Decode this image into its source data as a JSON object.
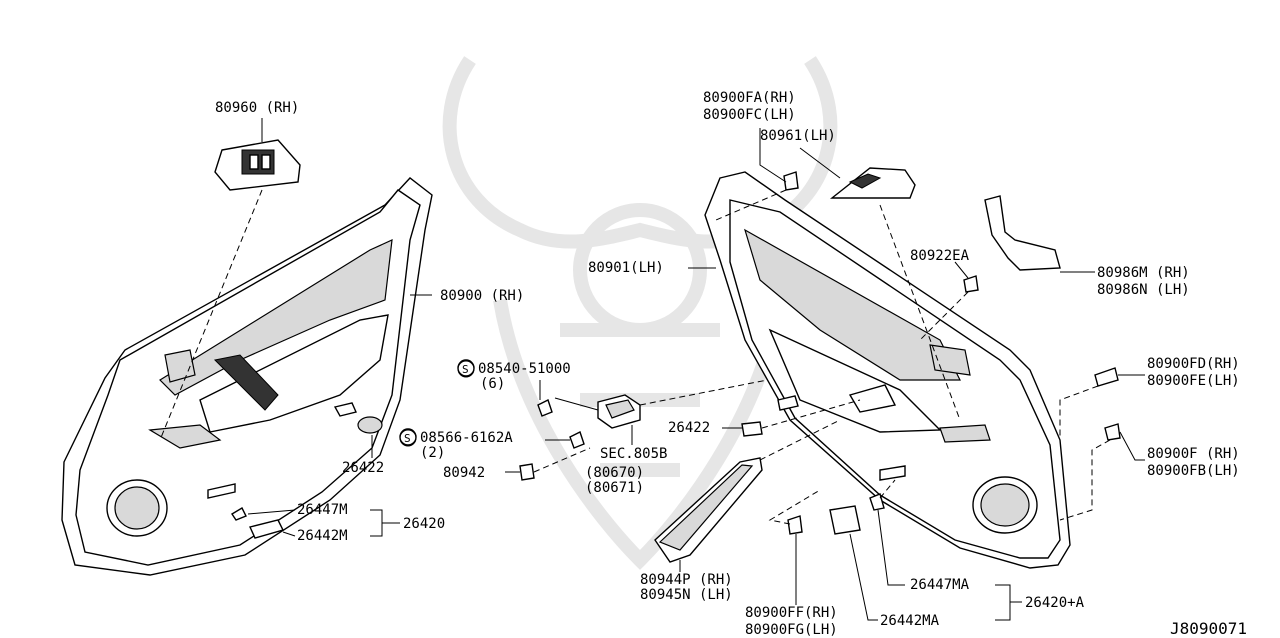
{
  "diagram_id": "J8090071",
  "labels": {
    "l80960": "80960 (RH)",
    "l80900rh": "80900 (RH)",
    "l26422a": "26422",
    "l26447m": "26447M",
    "l26420": "26420",
    "l26442m": "26442M",
    "l08540": "08540-51000",
    "l08540q": "(6)",
    "l08566": "08566-6162A",
    "l08566q": "(2)",
    "l80942": "80942",
    "lsec": "SEC.805B",
    "l80670": "(80670)",
    "l80671": "(80671)",
    "l80900fa": "80900FA(RH)",
    "l80900fc": "80900FC(LH)",
    "l80961": "80961(LH)",
    "l80901": "80901(LH)",
    "l80922ea": "80922EA",
    "l80986m": "80986M (RH)",
    "l80986n": "80986N (LH)",
    "l80900fd": "80900FD(RH)",
    "l80900fe": "80900FE(LH)",
    "l26422b": "26422",
    "l80900f": "80900F (RH)",
    "l80900fb": "80900FB(LH)",
    "l80944p": "80944P (RH)",
    "l80945n": "80945N (LH)",
    "l80900ff": "80900FF(RH)",
    "l80900fg": "80900FG(LH)",
    "l26447ma": "26447MA",
    "l26420a": "26420+A",
    "l26442ma": "26442MA"
  },
  "screw_symbol": "S",
  "colors": {
    "line": "#000000",
    "fill": "#ffffff",
    "shade": "#d9d9d9",
    "watermark": "#e6e6e6"
  }
}
